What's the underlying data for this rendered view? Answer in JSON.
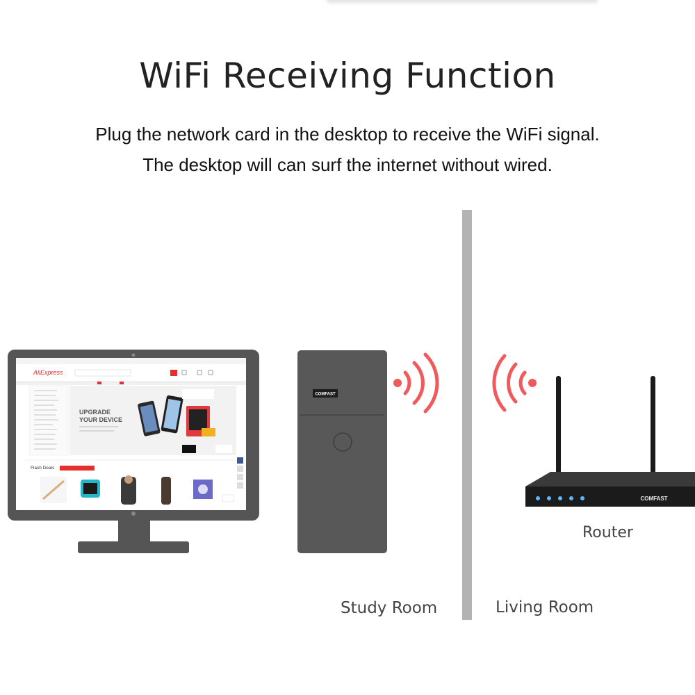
{
  "heading": {
    "title": "WiFi Receiving Function",
    "line1": "Plug the network card in the desktop to receive the WiFi signal.",
    "line2": "The desktop will can surf the internet without wired."
  },
  "labels": {
    "study_room": "Study Room",
    "living_room": "Living Room",
    "router": "Router"
  },
  "screen": {
    "site_logo": "AliExpress",
    "banner_line1": "UPGRADE",
    "banner_line2": "YOUR DEVICE",
    "flash_deals": "Flash Deals"
  },
  "router_brand": "COMFAST",
  "device_badge": "COMFAST",
  "colors": {
    "signal": "#f05a5a",
    "device": "#585858",
    "monitor": "#555555",
    "wall": "#b3b3b3",
    "router": "#1b1b1b",
    "accent_red": "#e62e2e"
  }
}
